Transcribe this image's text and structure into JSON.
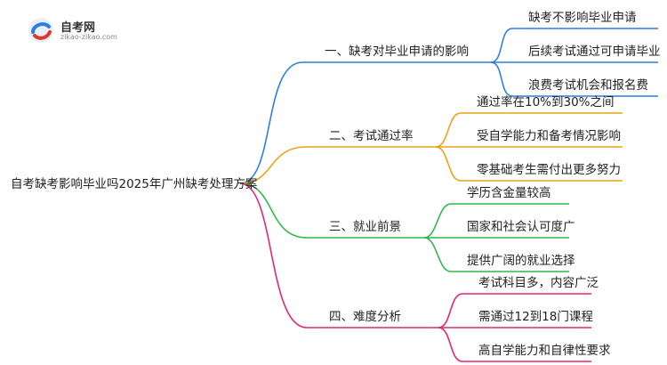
{
  "logo": {
    "title": "自考网",
    "subtitle": "zikao-zikao.com"
  },
  "mindmap": {
    "root": "自考缺考影响毕业吗2025年广州缺考处理方案",
    "branches": [
      {
        "label": "一、缺考对毕业申请的影响",
        "color": "#2f7de1",
        "leaves": [
          "缺考不影响毕业申请",
          "后续考试通过可申请毕业",
          "浪费考试机会和报名费"
        ]
      },
      {
        "label": "二、考试通过率",
        "color": "#e8a317",
        "leaves": [
          "通过率在10%到30%之间",
          "受自学能力和备考情况影响",
          "零基础考生需付出更多努力"
        ]
      },
      {
        "label": "三、就业前景",
        "color": "#2fb84c",
        "leaves": [
          "学历含金量较高",
          "国家和社会认可度广",
          "提供广阔的就业选择"
        ]
      },
      {
        "label": "四、难度分析",
        "color": "#e0277a",
        "leaves": [
          "考试科目多，内容广泛",
          "需通过12到18门课程",
          "高自学能力和自律性要求"
        ]
      }
    ]
  }
}
